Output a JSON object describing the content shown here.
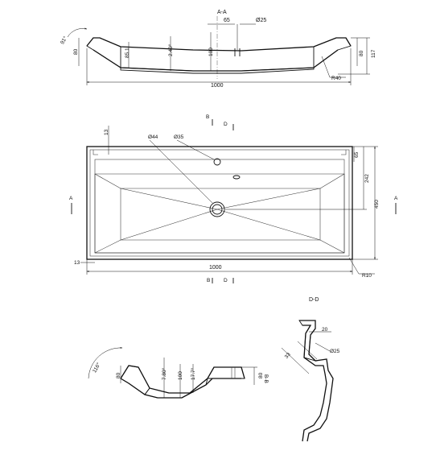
{
  "section_aa": {
    "title": "A-A",
    "dims": [
      "65",
      "Ø25",
      "91°",
      "80",
      "85.1",
      "2.40°",
      "100",
      "80",
      "117",
      "1000",
      "R40"
    ]
  },
  "top_view": {
    "section_marks": [
      "B",
      "D",
      "B",
      "D",
      "A",
      "A"
    ],
    "dims": [
      "13",
      "Ø44",
      "Ø35",
      "65",
      "242",
      "450",
      "13",
      "1000",
      "R10"
    ]
  },
  "section_bb": {
    "title": "B-B",
    "dims": [
      "116°",
      "80",
      "7.80°",
      "100",
      "17.7°",
      "80"
    ]
  },
  "section_dd": {
    "title": "D-D",
    "dims": [
      "20",
      "Ø25",
      "33"
    ]
  }
}
